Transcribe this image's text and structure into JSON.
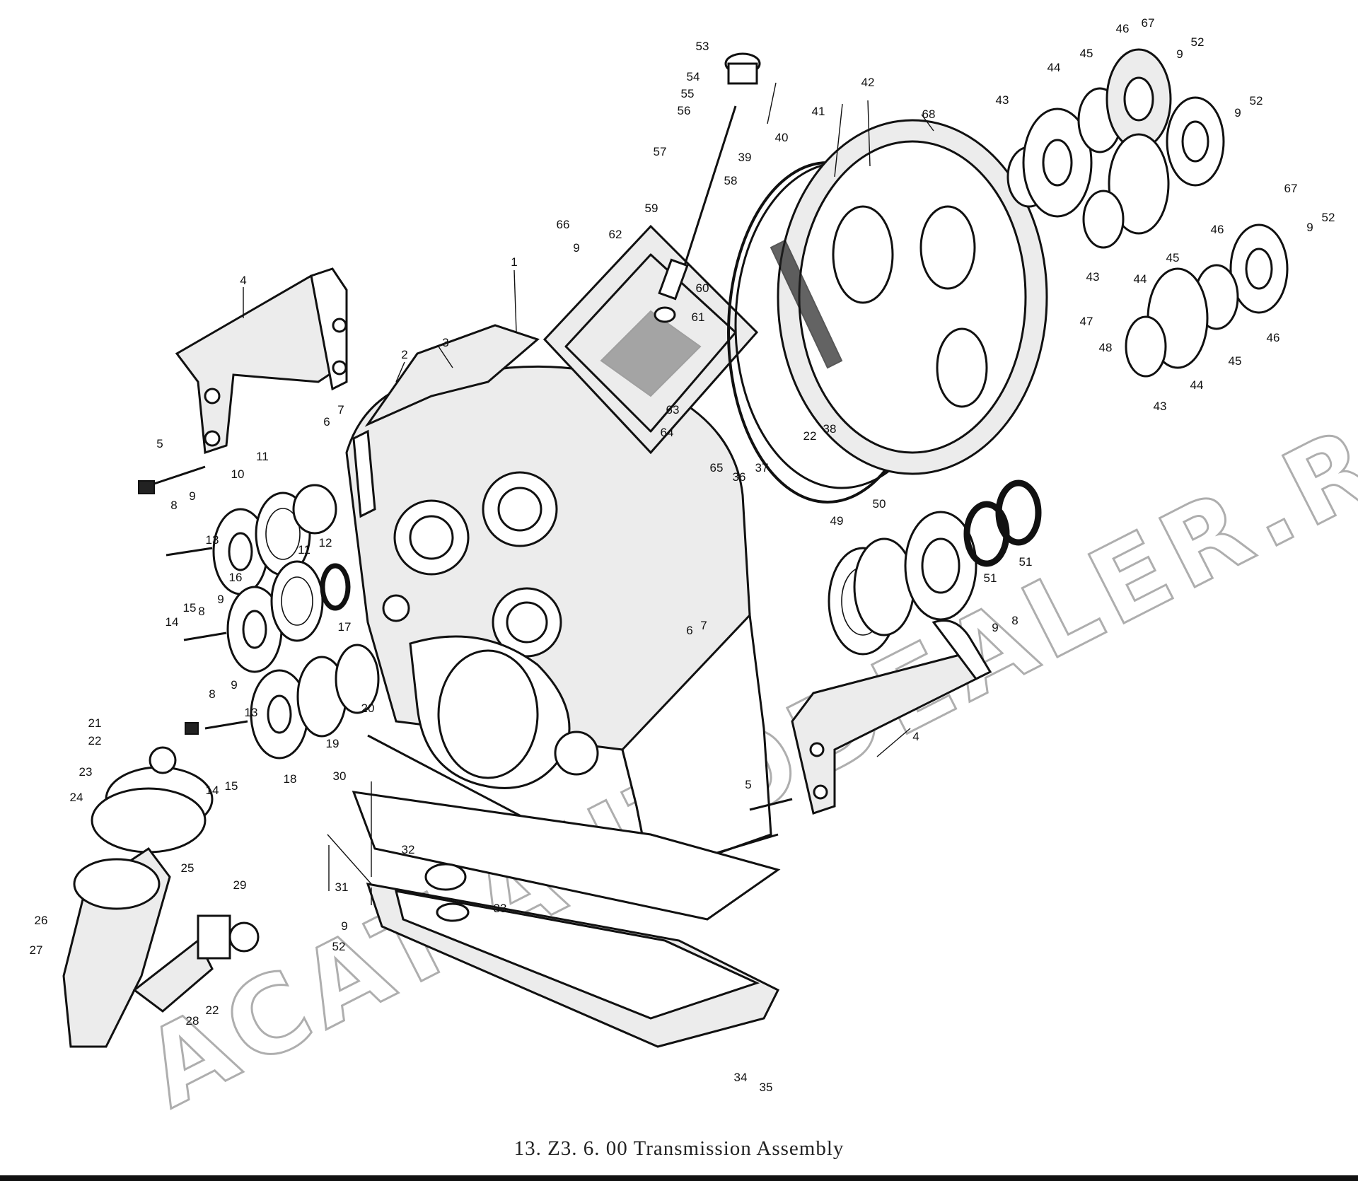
{
  "caption": "13. Z3. 6. 00   Transmission Assembly",
  "watermark": "ACAT.AUTODEALER.RU",
  "callouts": [
    "1",
    "2",
    "3",
    "4",
    "4",
    "5",
    "5",
    "6",
    "6",
    "7",
    "7",
    "8",
    "8",
    "8",
    "8",
    "9",
    "9",
    "9",
    "9",
    "9",
    "9",
    "9",
    "9",
    "9",
    "10",
    "11",
    "11",
    "12",
    "13",
    "13",
    "14",
    "14",
    "15",
    "15",
    "16",
    "17",
    "18",
    "19",
    "20",
    "21",
    "22",
    "22",
    "22",
    "23",
    "24",
    "25",
    "26",
    "27",
    "28",
    "29",
    "30",
    "31",
    "32",
    "33",
    "34",
    "35",
    "36",
    "37",
    "38",
    "39",
    "40",
    "41",
    "42",
    "43",
    "43",
    "43",
    "44",
    "44",
    "44",
    "45",
    "45",
    "45",
    "46",
    "46",
    "46",
    "47",
    "48",
    "49",
    "50",
    "51",
    "51",
    "52",
    "52",
    "52",
    "52",
    "53",
    "54",
    "55",
    "56",
    "57",
    "58",
    "59",
    "60",
    "61",
    "62",
    "63",
    "64",
    "65",
    "66",
    "67",
    "67",
    "68"
  ]
}
